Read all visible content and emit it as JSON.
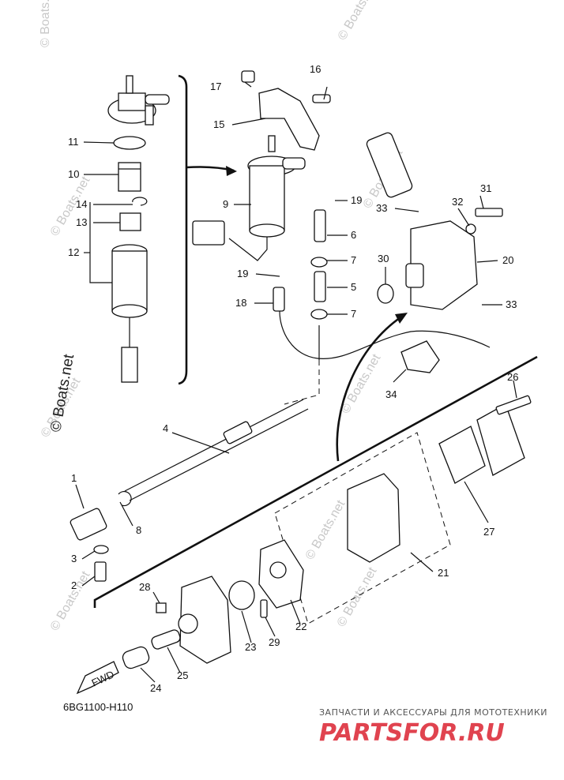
{
  "watermarks": [
    "© Boats.net",
    "© Boats.net",
    "© Boats.net",
    "© Boats.net",
    "© Boats.net",
    "© Boats.net",
    "© Boats.net",
    "© Boats.net",
    "© Boats.net"
  ],
  "watermark_main": "© Boats.net",
  "diagram_code": "6BG1100-H110",
  "fwd_label": "FWD",
  "brand_sub": "ЗАПЧАСТИ И АКСЕССУАРЫ ДЛЯ МОТОТЕХНИКИ",
  "brand_name": "PARTSFOR.RU",
  "callouts": [
    "1",
    "2",
    "3",
    "4",
    "5",
    "6",
    "7",
    "7",
    "8",
    "9",
    "10",
    "11",
    "12",
    "13",
    "14",
    "15",
    "16",
    "17",
    "18",
    "19",
    "19",
    "20",
    "21",
    "22",
    "23",
    "24",
    "25",
    "26",
    "27",
    "28",
    "29",
    "30",
    "31",
    "32",
    "33",
    "33",
    "34"
  ]
}
